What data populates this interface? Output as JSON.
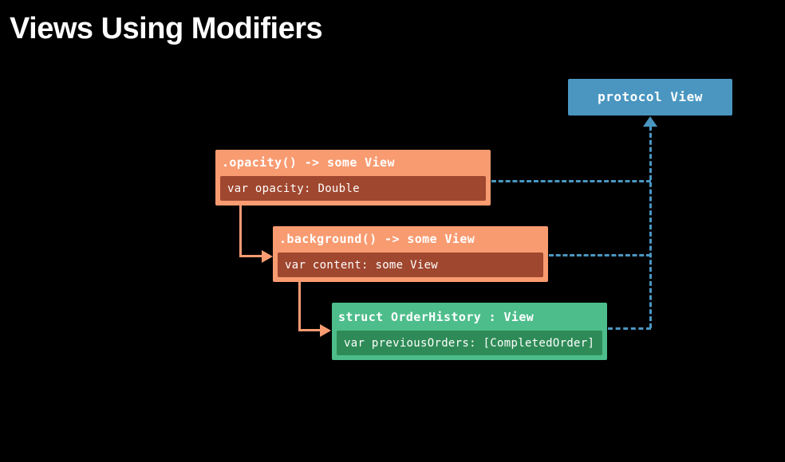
{
  "slide": {
    "title": "Views Using Modifiers",
    "background_color": "#000000",
    "title_color": "#ffffff"
  },
  "palette": {
    "protocol_blue": "#4a96c1",
    "modifier_orange": "#f89b71",
    "modifier_orange_dark": "#a0472f",
    "struct_green": "#4dbd8b",
    "struct_green_dark": "#2e8b57"
  },
  "nodes": [
    {
      "id": "protocol-view",
      "kind": "protocol",
      "header": "protocol View",
      "body": null,
      "color": "#4a96c1"
    },
    {
      "id": "opacity-modifier",
      "kind": "modifier",
      "header": ".opacity() -> some View",
      "body": "var opacity: Double",
      "color": "#f89b71",
      "body_color": "#a0472f"
    },
    {
      "id": "background-modifier",
      "kind": "modifier",
      "header": ".background() -> some View",
      "body": "var content: some View",
      "color": "#f89b71",
      "body_color": "#a0472f"
    },
    {
      "id": "order-history-struct",
      "kind": "struct",
      "header": "struct OrderHistory : View",
      "body": "var previousOrders: [CompletedOrder]",
      "color": "#4dbd8b",
      "body_color": "#2e8b57"
    }
  ],
  "edges": [
    {
      "id": "opacity-conforms-to-view",
      "style": "dashed",
      "color": "#4a96c1",
      "from": "opacity-modifier",
      "to": "protocol-view",
      "arrowhead": "hollow-triangle"
    },
    {
      "id": "background-conforms-to-view",
      "style": "dashed",
      "color": "#4a96c1",
      "from": "background-modifier",
      "to": "protocol-view",
      "arrowhead": "hollow-triangle"
    },
    {
      "id": "orderhistory-conforms-to-view",
      "style": "dashed",
      "color": "#4a96c1",
      "from": "order-history-struct",
      "to": "protocol-view",
      "arrowhead": "hollow-triangle"
    },
    {
      "id": "opacity-contains-background",
      "style": "solid",
      "color": "#f89b71",
      "from": "opacity-modifier",
      "to": "background-modifier",
      "arrowhead": "filled-triangle"
    },
    {
      "id": "background-contains-orderhistory",
      "style": "solid",
      "color": "#f89b71",
      "from": "background-modifier",
      "to": "order-history-struct",
      "arrowhead": "filled-triangle"
    }
  ]
}
